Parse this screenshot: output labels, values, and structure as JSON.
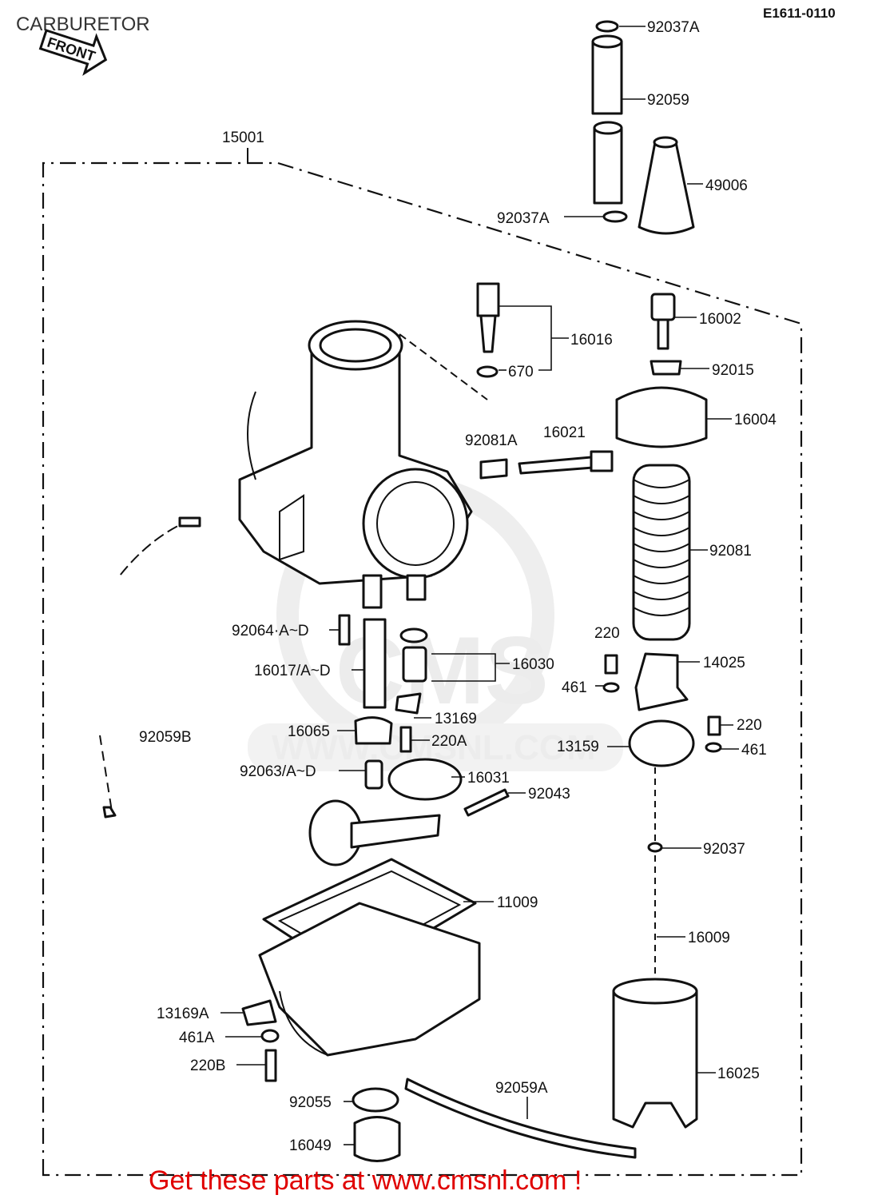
{
  "title": "CARBURETOR",
  "diagram_code": "E1611-0110",
  "front_label": "FRONT",
  "assembly_label": "15001",
  "watermark": {
    "big": "CMS",
    "url": "WWW.CMSNL.COM"
  },
  "footer": "Get these parts at www.cmsnl.com !",
  "parts": [
    "92037A",
    "92059",
    "49006",
    "92037A",
    "16016",
    "670",
    "16002",
    "92015",
    "16004",
    "92081A",
    "16021",
    "92081",
    "220",
    "14025",
    "461",
    "92064·A~D",
    "16030",
    "16017/A~D",
    "13169",
    "16065",
    "220A",
    "92059B",
    "220",
    "461",
    "13159",
    "92063/A~D",
    "16031",
    "92043",
    "92037",
    "11009",
    "16009",
    "13169A",
    "461A",
    "220B",
    "16025",
    "92055",
    "92059A",
    "16049"
  ]
}
